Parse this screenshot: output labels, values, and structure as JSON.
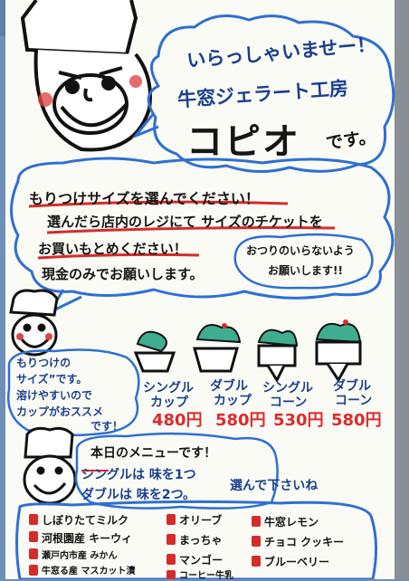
{
  "welcome": {
    "line1": "いらっしゃいませー！",
    "line2": "牛窓ジェラート工房",
    "shop_name": "コピオ",
    "desu": "です。"
  },
  "instructions": {
    "line1": "もりつけサイズを選んでください！",
    "line2": "選んだら店内のレジにて サイズのチケットを",
    "line3": "お買いもとめください！",
    "line4": "現金のみでお願いします。",
    "note_line1": "おつりのいらないよう",
    "note_line2": "お願いします!!"
  },
  "chef_note": {
    "line1": "もりつけの",
    "line2": "サイズ”です。",
    "line3": "溶けやすいので",
    "line4": "カップがおススメ",
    "line5": "です！"
  },
  "sizes": [
    {
      "name_line1": "シングル",
      "name_line2": "カップ",
      "price": "480円"
    },
    {
      "name_line1": "ダブル",
      "name_line2": "カップ",
      "price": "580円"
    },
    {
      "name_line1": "シングル",
      "name_line2": "コーン",
      "price": "530円"
    },
    {
      "name_line1": "ダブル",
      "name_line2": "コーン",
      "price": "580円"
    }
  ],
  "menu_intro": {
    "line1": "本日のメニューです！",
    "line2": "シングルは 味を1つ",
    "line3": "ダブルは 味を2つ。",
    "choose": "選んで下さいね"
  },
  "flavors": [
    "しぼりたてミルク",
    "河根園産 キーウィ",
    "瀬戸内市産 みかん",
    "牛窓る産 マスカット漬",
    "オリーブ",
    "まっちゃ",
    "マンゴー",
    "コーヒー牛乳",
    "牛窓レモン",
    "チョコ クッキー",
    "ブルーベリー"
  ],
  "colors": {
    "board": "#fbfbf6",
    "ink_blue": "#1b3f8f",
    "ink_red": "#d52b2b",
    "mint": "#3fae8e",
    "background": "#6f8fb8"
  }
}
